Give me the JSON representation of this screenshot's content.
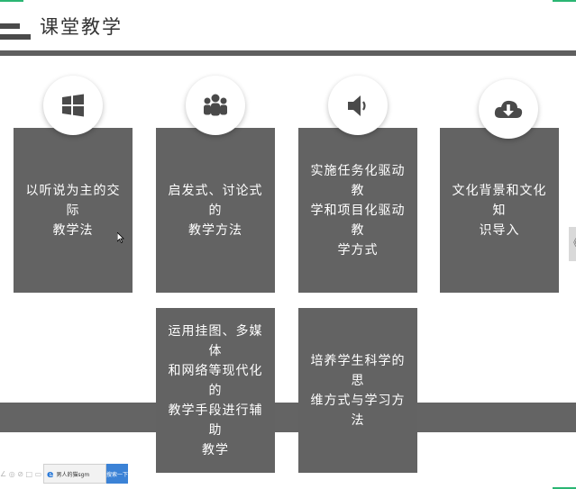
{
  "header": {
    "title": "课堂教学"
  },
  "cards": [
    {
      "lines": [
        "以听说为主的交际",
        "教学法"
      ],
      "icon": "windows-logo-icon"
    },
    {
      "lines": [
        "启发式、讨论式的",
        "教学方法"
      ],
      "icon": "people-group-icon"
    },
    {
      "lines": [
        "实施任务化驱动教",
        "学和项目化驱动教",
        "学方式"
      ],
      "icon": "speaker-icon"
    },
    {
      "lines": [
        "文化背景和文化知",
        "识导入"
      ],
      "icon": "cloud-download-icon"
    },
    {
      "lines": [
        "运用挂图、多媒体",
        "和网络等现代化的",
        "教学手段进行辅助",
        "教学"
      ]
    },
    {
      "lines": [
        "培养学生科学的思",
        "维方式与学习方法"
      ]
    }
  ],
  "taskbar": {
    "search_placeholder": "男人的猫sgm",
    "search_button": "搜索一下",
    "toolbar_glyphs": "∠ ◎ ⊘ □ ▭"
  },
  "side_tab_glyph": "《",
  "colors": {
    "card": "#636363",
    "header_rule": "#5f5f5f",
    "accent": "#2bb673"
  }
}
